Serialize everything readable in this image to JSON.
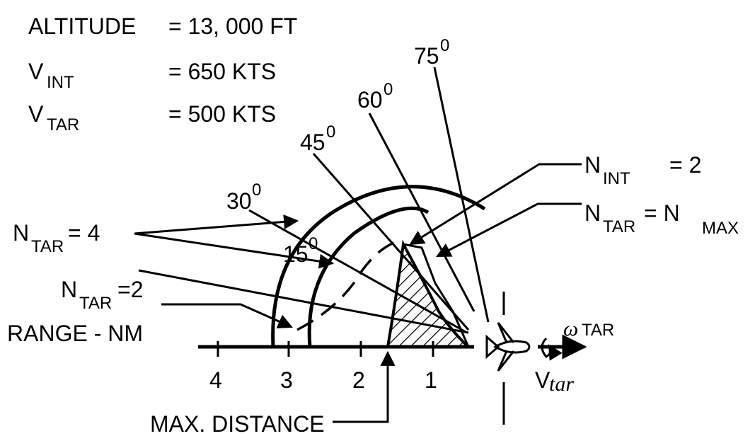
{
  "conditions": {
    "altitude_label": "ALTITUDE",
    "altitude_value": "= 13, 000 FT",
    "vint_main": "V",
    "vint_sub": "INT",
    "vint_value": "= 650 KTS",
    "vtar_main": "V",
    "vtar_sub": "TAR",
    "vtar_value": "= 500 KTS"
  },
  "angles": {
    "a15": "15",
    "a30": "30",
    "a45": "45",
    "a60": "60",
    "a75": "75",
    "deg": "0"
  },
  "labels": {
    "nint_main": "N",
    "nint_sub": "INT",
    "nint_value": "= 2",
    "ntarmax_main": "N",
    "ntarmax_sub": "TAR",
    "ntarmax_eq": "= N",
    "ntarmax_sub2": "MAX",
    "ntar4_main": "N",
    "ntar4_sub": "TAR",
    "ntar4_value": "= 4",
    "ntar2_main": "N",
    "ntar2_sub": "TAR",
    "ntar2_value": "=2",
    "range_label": "RANGE - NM",
    "max_distance": "MAX. DISTANCE",
    "omega_main": "ω",
    "omega_sub": "TAR",
    "vtar_axis_main": "V",
    "vtar_axis_sub": "tar"
  },
  "axis_ticks": [
    "4",
    "3",
    "2",
    "1"
  ]
}
